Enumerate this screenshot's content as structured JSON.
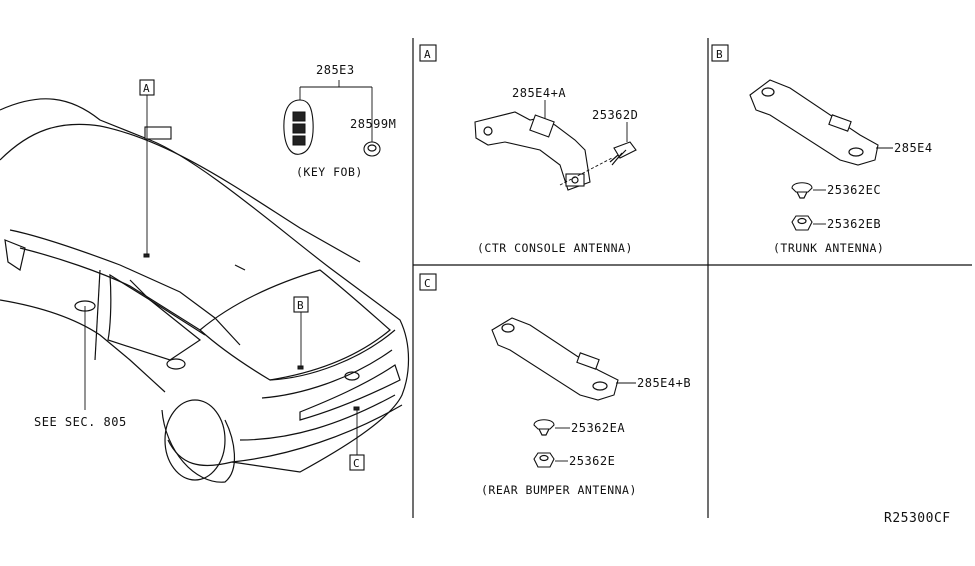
{
  "diagram": {
    "drawing_code": "R25300CF",
    "section_ref": "SEE SEC. 805",
    "callouts": {
      "a": "A",
      "b": "B",
      "c": "C"
    },
    "key_fob": {
      "parts": [
        "285E3",
        "28599M"
      ],
      "caption": "(KEY FOB)"
    },
    "ctr_console": {
      "panel_label": "A",
      "parts": [
        "285E4+A",
        "25362D"
      ],
      "caption": "(CTR CONSOLE ANTENNA)"
    },
    "trunk": {
      "panel_label": "B",
      "parts": [
        "285E4",
        "25362EC",
        "25362EB"
      ],
      "caption": "(TRUNK ANTENNA)"
    },
    "rear_bumper": {
      "panel_label": "C",
      "parts": [
        "285E4+B",
        "25362EA",
        "25362E"
      ],
      "caption": "(REAR BUMPER ANTENNA)"
    }
  }
}
